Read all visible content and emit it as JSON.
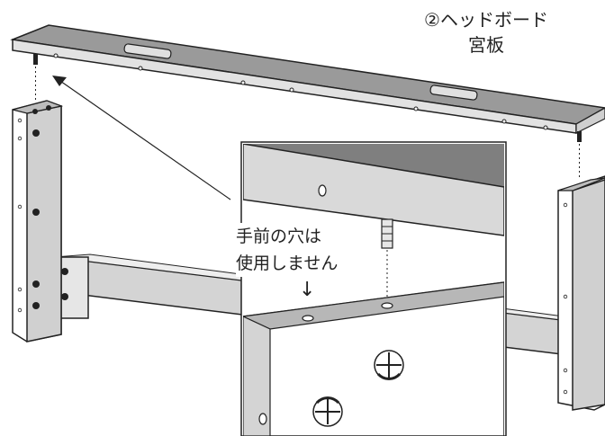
{
  "part_label": {
    "line1": "②ヘッドボード",
    "line2": "宮板"
  },
  "note": {
    "line1": "手前の穴は",
    "line2": "使用しません"
  },
  "arrow_glyph": "↓",
  "colors": {
    "panel_gray": "#c8c8c8",
    "panel_dark": "#8a8a8a",
    "outline": "#222222",
    "white": "#ffffff"
  }
}
